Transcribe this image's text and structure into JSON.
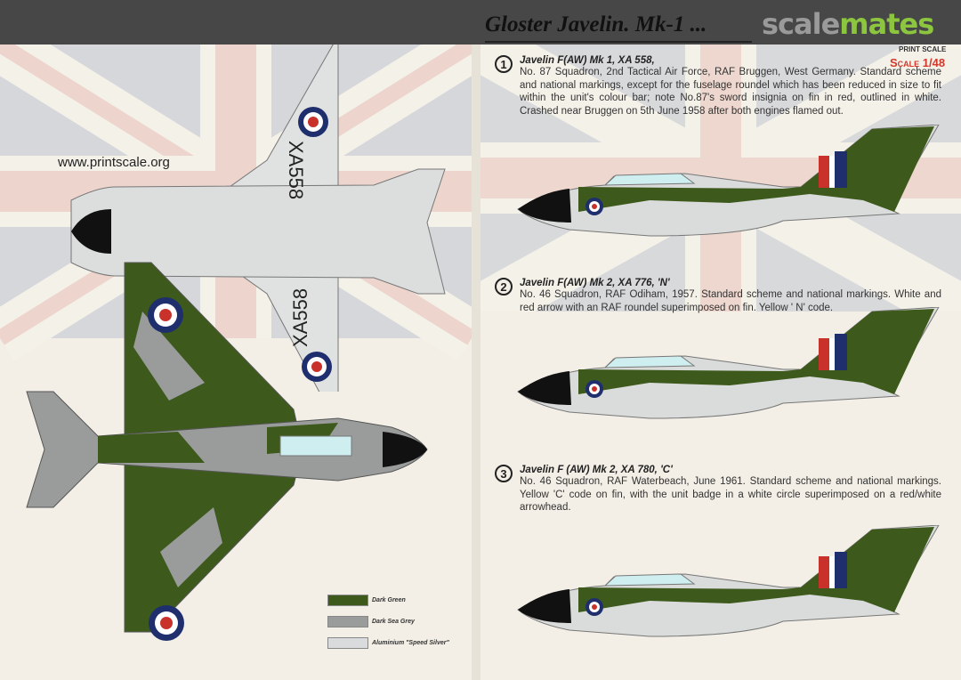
{
  "header": {
    "title": "Gloster Javelin. Mk-1 ...",
    "watermark_part1": "scale",
    "watermark_part2": "mates",
    "publisher": "PRINT SCALE",
    "scale": "Scale 1/48"
  },
  "left_page": {
    "url": "www.printscale.org",
    "serial_top": "XA558",
    "serial_bottom": "XA558",
    "legend": [
      {
        "label": "Dark Green",
        "color": "#3d5a1c"
      },
      {
        "label": "Dark Sea Grey",
        "color": "#9a9c9c"
      },
      {
        "label": "Aluminium \"Speed Silver\"",
        "color": "#d9dbdc"
      }
    ]
  },
  "entries": [
    {
      "number": "1",
      "heading": "Javelin F(AW) Mk 1, XA 558,",
      "text": "No. 87 Squadron, 2nd Tactical Air Force, RAF Bruggen, West Germany. Standard scheme and national markings, except for the fuselage roundel which has been reduced in size to fit within the unit's colour bar; note No.87's sword insignia on fin in red, outlined in white. Crashed near Bruggen on 5th June 1958 after both engines flamed out."
    },
    {
      "number": "2",
      "heading": "Javelin F(AW) Mk 2, XA 776, 'N'",
      "text": "No. 46 Squadron, RAF Odiham, 1957. Standard scheme and national markings. White and red arrow with an RAF roundel superimposed on fin. Yellow ' N' code."
    },
    {
      "number": "3",
      "heading": "Javelin F (AW) Mk 2, XA 780, 'C'",
      "text": "No. 46 Squadron, RAF Waterbeach, June 1961. Standard scheme and national markings. Yellow 'C' code on fin, with the unit badge in a white circle superimposed on a red/white arrowhead."
    }
  ],
  "colors": {
    "dark_green": "#3d5a1c",
    "dark_sea_grey": "#9a9c9c",
    "aluminium": "#d9dbdc",
    "roundel_blue": "#1f2f6e",
    "roundel_red": "#c8322a",
    "watermark_green": "#8cc63f"
  }
}
